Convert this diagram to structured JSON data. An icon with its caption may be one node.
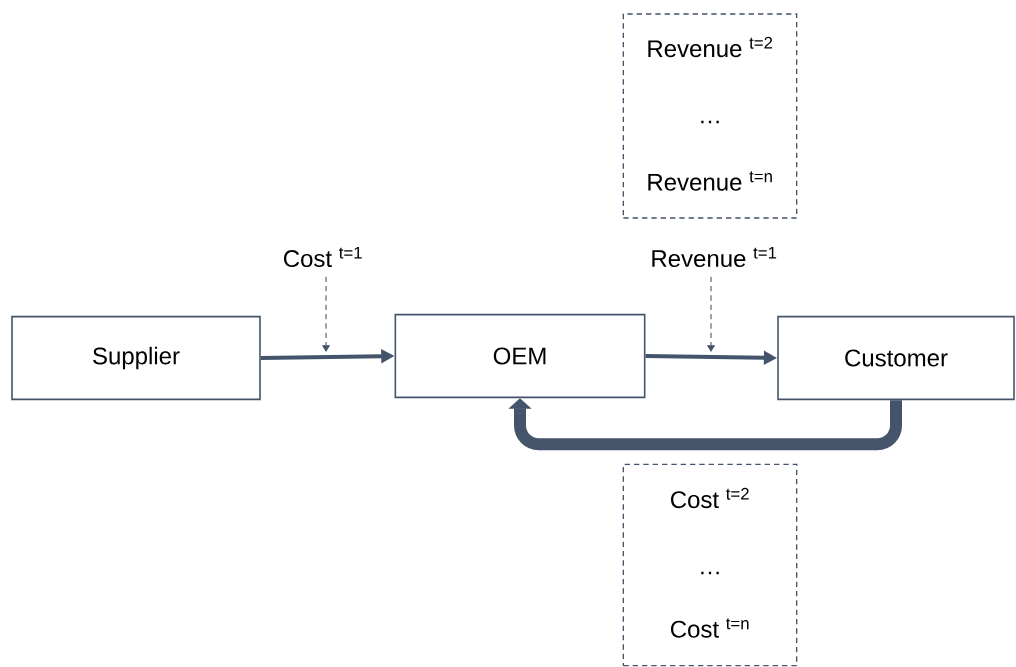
{
  "diagram": {
    "nodes": [
      {
        "text": [
          "Revenue $^{t=2}$",
          "…",
          "Revenue $^{t=n}$"
        ]
      },
      {
        "text": [
          "Cost $^{t=1}$"
        ]
      },
      {
        "text": [
          "Revenue $^{t=1}$"
        ]
      },
      {
        "text": [
          "Supplier"
        ]
      },
      {
        "text": [
          "OEM"
        ]
      },
      {
        "text": [
          "Customer"
        ]
      },
      {
        "text": [
          "Cost $^{t=2}$",
          "…",
          "Cost $^{t=n}$"
        ]
      }
    ],
    "edges": [
      {
        "from": 3,
        "to": 4,
        "arrow": "to"
      },
      {
        "from": 4,
        "to": 5,
        "arrow": "to"
      },
      {
        "from": 5,
        "to": 4,
        "arrow": "to",
        "style": "thick"
      },
      {
        "from": 1,
        "to": null,
        "arrow": "to",
        "style": "dashed"
      },
      {
        "from": 2,
        "to": null,
        "arrow": "to",
        "style": "dashed"
      }
    ]
  }
}
